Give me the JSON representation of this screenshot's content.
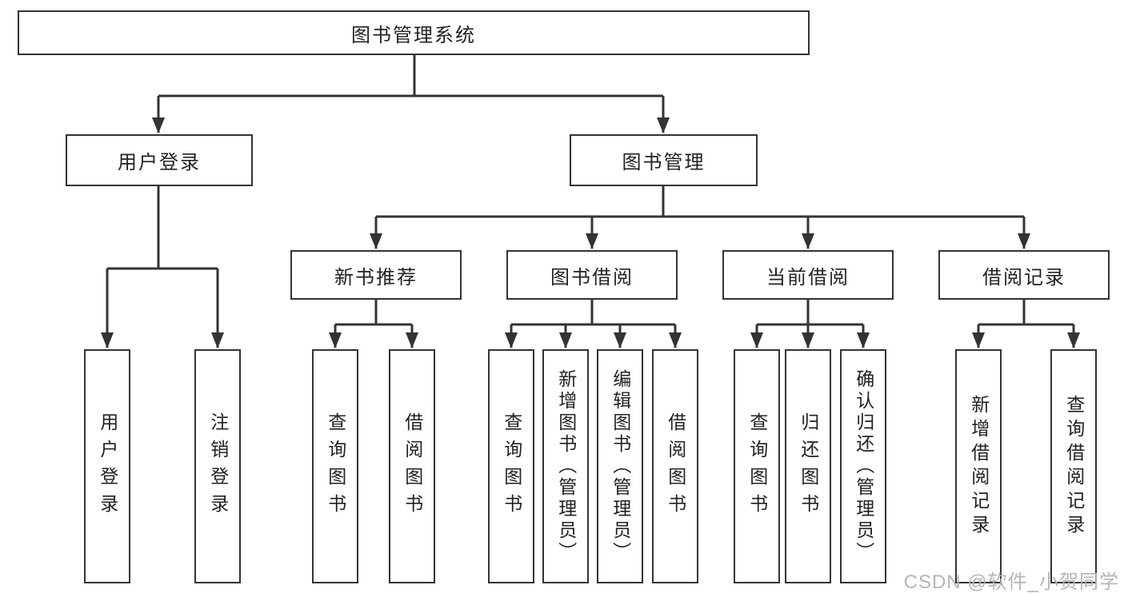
{
  "diagram": {
    "title": "图书管理系统",
    "login_branch": {
      "label": "用户登录",
      "children": [
        "用户登录",
        "注销登录"
      ]
    },
    "management_branch": {
      "label": "图书管理",
      "modules": [
        {
          "label": "新书推荐",
          "children": [
            "查询图书",
            "借阅图书"
          ]
        },
        {
          "label": "图书借阅",
          "children": [
            "查询图书",
            "新增图书（管理员）",
            "编辑图书（管理员）",
            "借阅图书"
          ]
        },
        {
          "label": "当前借阅",
          "children": [
            "查询图书",
            "归还图书",
            "确认归还（管理员）"
          ]
        },
        {
          "label": "借阅记录",
          "children": [
            "新增借阅记录",
            "查询借阅记录"
          ]
        }
      ]
    }
  },
  "watermark": "CSDN @软件_小贺同学",
  "colors": {
    "line": "#333333",
    "text": "#222222",
    "box_background": "#ffffff",
    "watermark": "#b5b5b5",
    "background": "#ffffff"
  }
}
